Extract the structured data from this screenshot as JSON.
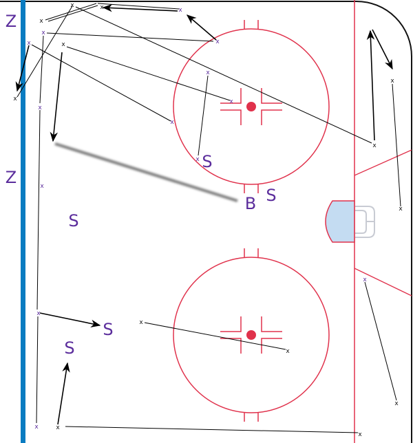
{
  "diagram": {
    "title": "Hockey rink play diagram",
    "colors": {
      "rink_red": "#e0314b",
      "blue_line": "#0a7cc1",
      "player": "#5b2d9c",
      "crease": "#c4dcf2",
      "net": "#c8cbd3"
    },
    "marker_glyph": "x",
    "labels": [
      "Z",
      "Z",
      "S",
      "S",
      "B",
      "S",
      "S",
      "S"
    ]
  }
}
